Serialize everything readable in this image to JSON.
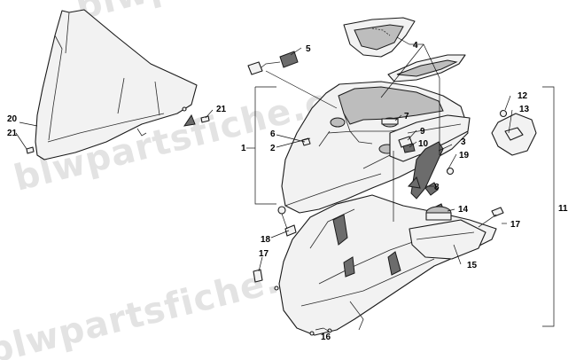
{
  "watermark": {
    "text": "blwpartsfiche.com"
  },
  "callouts": {
    "c1": "1",
    "c2": "2",
    "c3": "3",
    "c4": "4",
    "c5": "5",
    "c6": "6",
    "c7": "7",
    "c8": "8",
    "c9": "9",
    "c10": "10",
    "c11": "11",
    "c12": "12",
    "c13": "13",
    "c14": "14",
    "c15": "15",
    "c16": "16",
    "c17a": "17",
    "c17b": "17",
    "c18": "18",
    "c19": "19",
    "c20": "20",
    "c21a": "21",
    "c21b": "21"
  },
  "colors": {
    "ink": "#1a1a1a",
    "watermark": "#e3e3e3",
    "background": "#ffffff"
  }
}
